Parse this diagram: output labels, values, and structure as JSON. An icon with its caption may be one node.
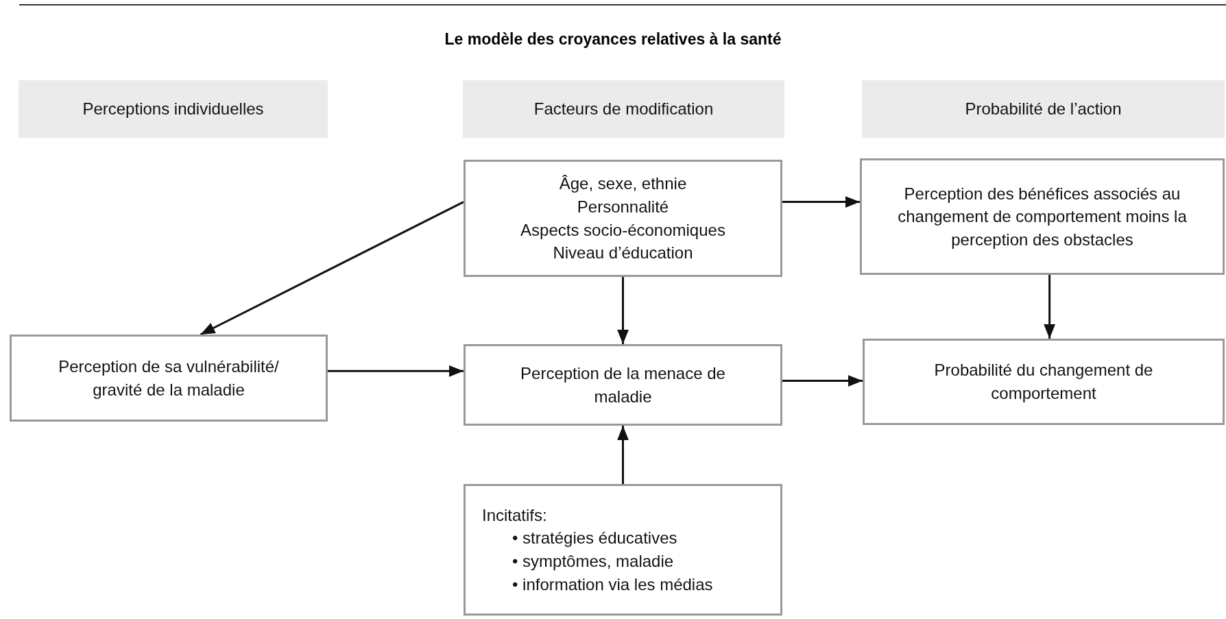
{
  "diagram": {
    "title": "Le modèle des croyances relatives à la santé",
    "nodes": [
      {
        "text": [
          "Perceptions individuelles"
        ]
      },
      {
        "text": [
          "Facteurs de modification"
        ]
      },
      {
        "text": [
          "Probabilité de l’action"
        ]
      },
      {
        "text": [
          "Âge, sexe, ethnie",
          "Personnalité",
          "Aspects socio-économiques",
          "Niveau d’éducation"
        ]
      },
      {
        "text": [
          "Perception des bénéfices associés au changement de comportement moins la perception des obstacles"
        ]
      },
      {
        "text": [
          "Perception de sa vulnérabilité/ gravité de la maladie"
        ]
      },
      {
        "text": [
          "Perception de la menace de maladie"
        ]
      },
      {
        "text": [
          "Probabilité du changement de comportement"
        ]
      },
      {
        "text": [
          "Incitatifs:",
          "• stratégies éducatives",
          "• symptômes, maladie",
          "• information via les médias"
        ]
      }
    ],
    "edges": [
      {
        "from": 3,
        "to": 5,
        "arrow": "to"
      },
      {
        "from": 3,
        "to": 4,
        "arrow": "to"
      },
      {
        "from": 3,
        "to": 6,
        "arrow": "to"
      },
      {
        "from": 4,
        "to": 7,
        "arrow": "to"
      },
      {
        "from": 5,
        "to": 6,
        "arrow": "to"
      },
      {
        "from": 6,
        "to": 7,
        "arrow": "to"
      },
      {
        "from": 8,
        "to": 6,
        "arrow": "to"
      }
    ]
  }
}
